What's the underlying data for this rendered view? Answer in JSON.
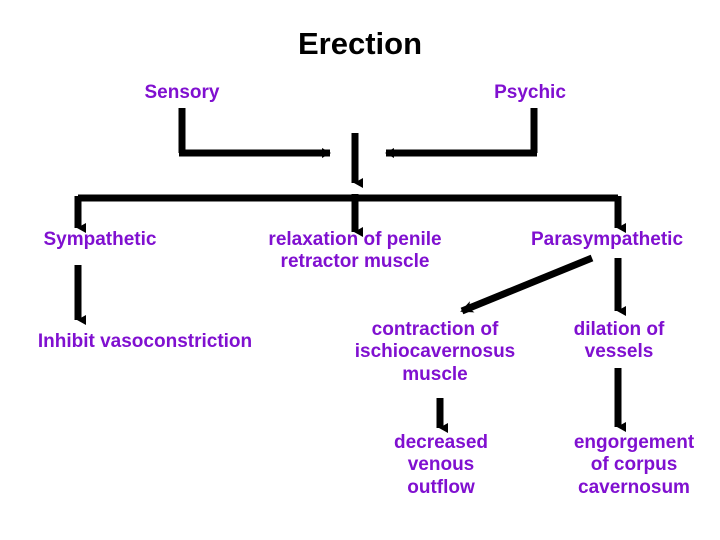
{
  "diagram": {
    "title": "Erection",
    "title_color": "#000000",
    "node_color": "#8010D0",
    "arrow_color": "#000000",
    "background": "#ffffff",
    "type": "flowchart",
    "nodes": [
      {
        "id": "sensory",
        "label": "Sensory",
        "row": 1
      },
      {
        "id": "psychic",
        "label": "Psychic",
        "row": 1
      },
      {
        "id": "sympathetic",
        "label": "Sympathetic",
        "row": 2
      },
      {
        "id": "relaxation",
        "label": "relaxation of penile\nretractor muscle",
        "row": 2
      },
      {
        "id": "parasympathetic",
        "label": "Parasympathetic",
        "row": 2
      },
      {
        "id": "inhibit",
        "label": "Inhibit vasoconstriction",
        "row": 3
      },
      {
        "id": "contraction",
        "label": "contraction of\nischiocavernosus\nmuscle",
        "row": 3
      },
      {
        "id": "dilation",
        "label": "dilation of\nvessels",
        "row": 3
      },
      {
        "id": "decreased",
        "label": "decreased\nvenous\noutflow",
        "row": 4
      },
      {
        "id": "engorgement",
        "label": "engorgement\nof corpus\ncavernosum",
        "row": 4
      }
    ],
    "edges": [
      {
        "from": "sensory",
        "to": "junction",
        "style": "elbow-right"
      },
      {
        "from": "psychic",
        "to": "junction",
        "style": "elbow-left"
      },
      {
        "from": "junction",
        "to": "bus",
        "style": "vertical"
      },
      {
        "from": "bus",
        "to": "sympathetic",
        "style": "vertical"
      },
      {
        "from": "bus",
        "to": "relaxation",
        "style": "vertical"
      },
      {
        "from": "bus",
        "to": "parasympathetic",
        "style": "vertical"
      },
      {
        "from": "sympathetic",
        "to": "inhibit",
        "style": "vertical"
      },
      {
        "from": "parasympathetic",
        "to": "contraction",
        "style": "diagonal"
      },
      {
        "from": "parasympathetic",
        "to": "dilation",
        "style": "vertical"
      },
      {
        "from": "contraction",
        "to": "decreased",
        "style": "vertical"
      },
      {
        "from": "dilation",
        "to": "engorgement",
        "style": "vertical"
      }
    ]
  }
}
